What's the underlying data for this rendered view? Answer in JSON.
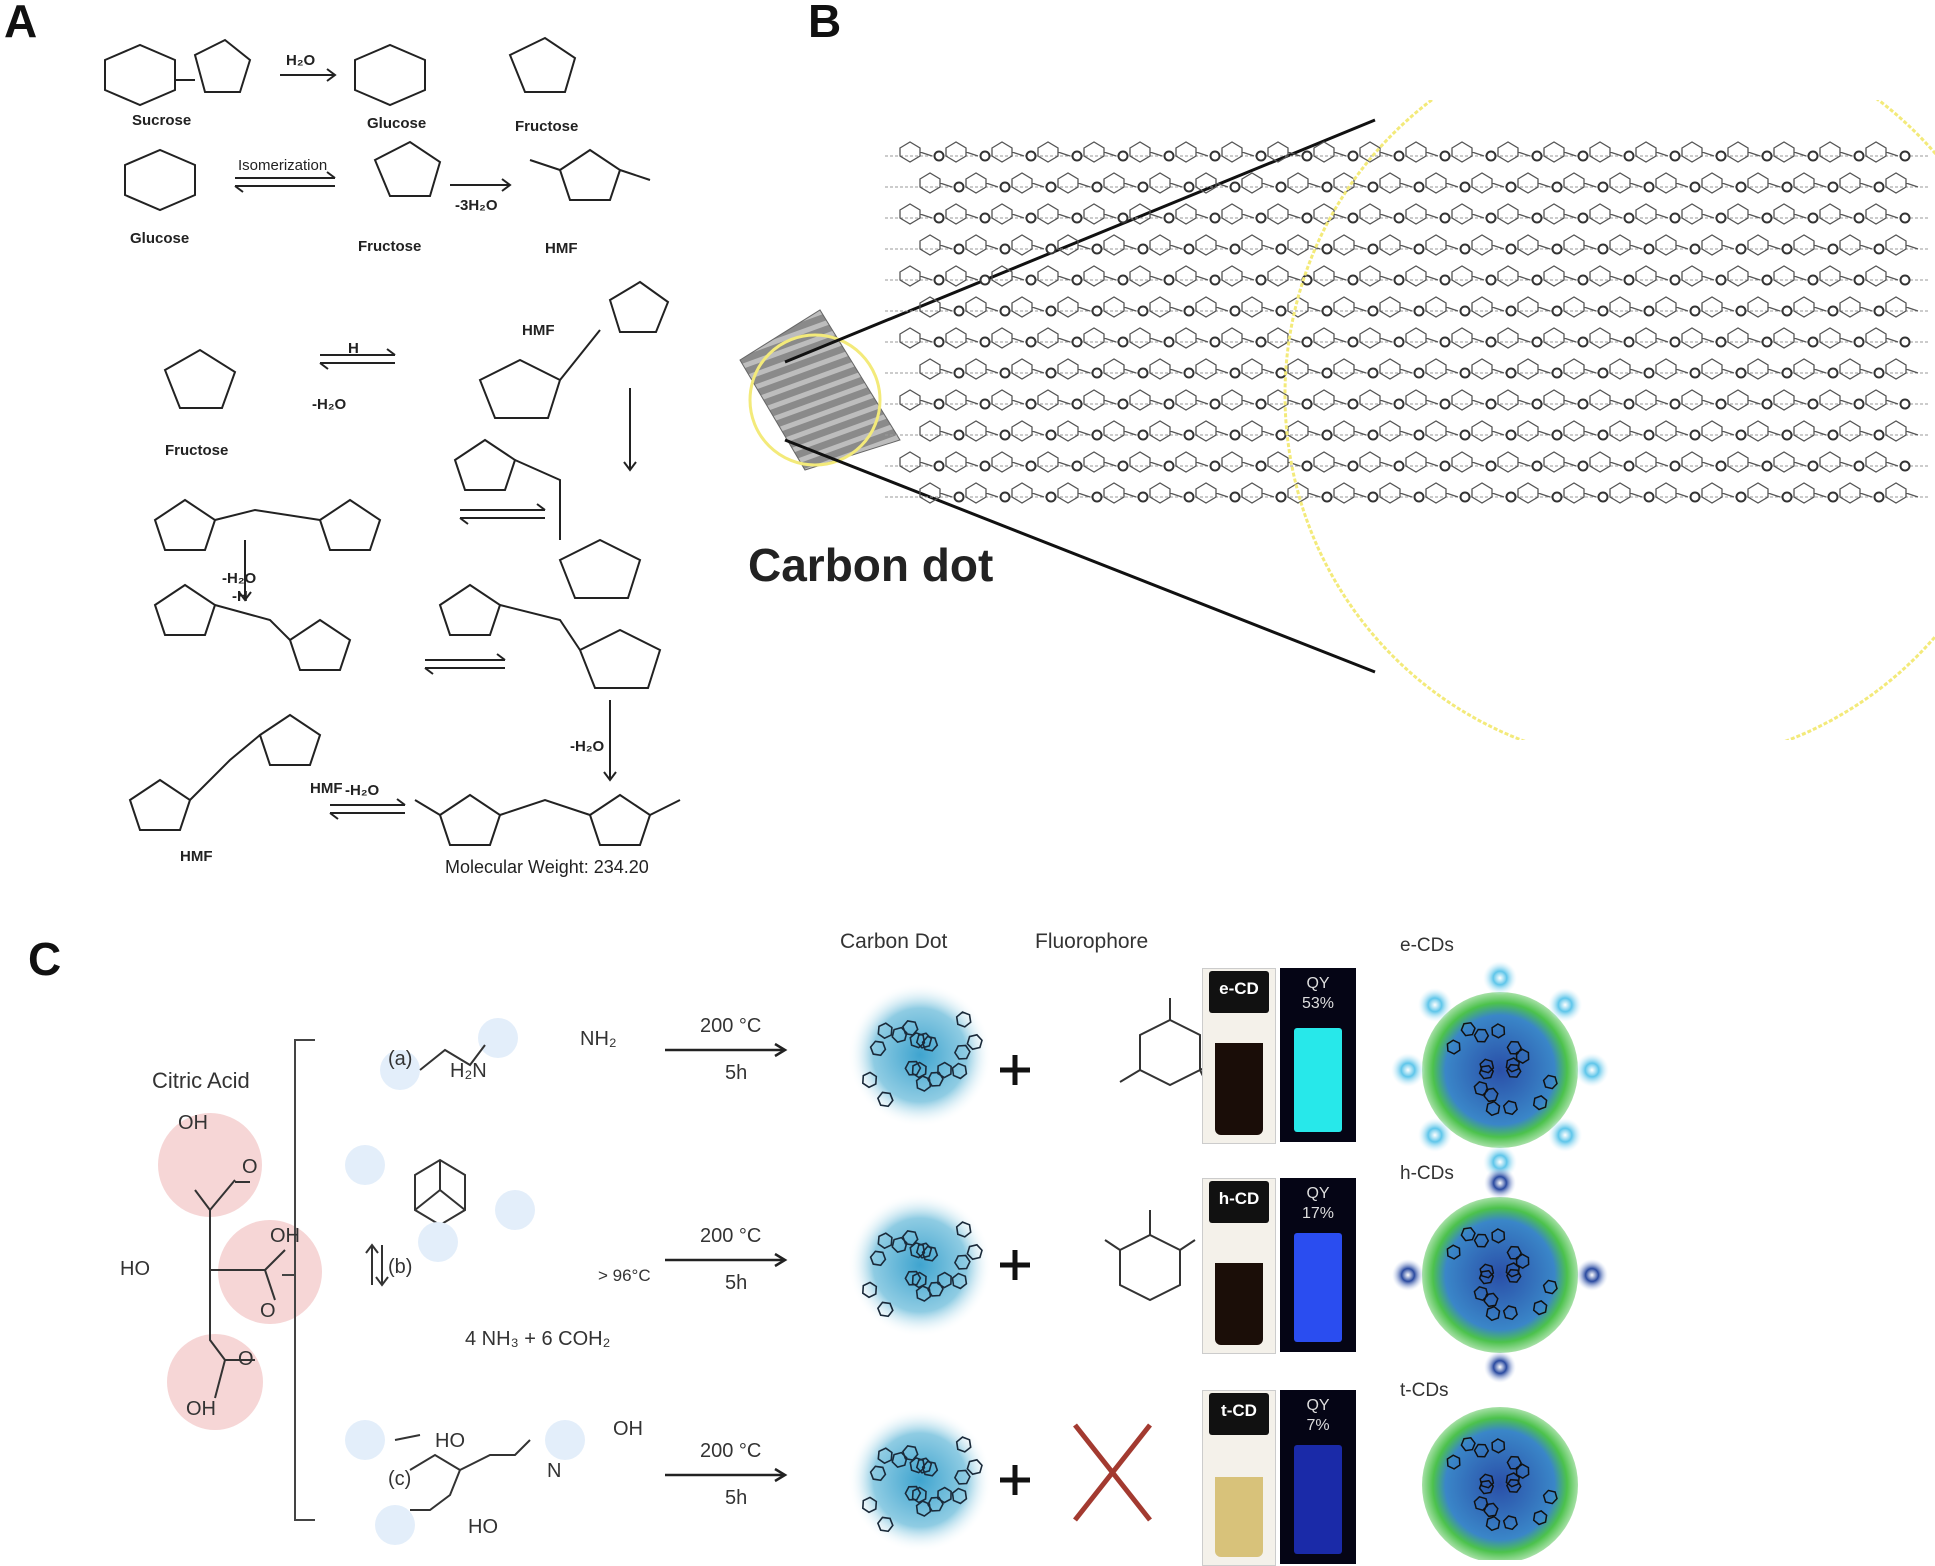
{
  "panels": {
    "a": "A",
    "b": "B",
    "c": "C"
  },
  "panel_a": {
    "row1": {
      "sucrose": "Sucrose",
      "glucose": "Glucose",
      "fructose": "Fructose",
      "reagent": "H₂O"
    },
    "row2": {
      "glucose": "Glucose",
      "fructose": "Fructose",
      "isomerization": "Isomerization",
      "dehydration": "-3H₂O",
      "hmf": "HMF"
    },
    "mechanism": {
      "fructose": "Fructose",
      "hmf": "HMF",
      "protonation": "H",
      "water_loss": "-H₂O",
      "deprotonation": "-H",
      "molecular_weight": "Molecular Weight: 234.20"
    }
  },
  "panel_b": {
    "label": "Carbon dot",
    "accent_color": "#f3ea7a"
  },
  "panel_c": {
    "headers": {
      "carbon_dot": "Carbon Dot",
      "fluorophore": "Fluorophore"
    },
    "citric_acid": "Citric Acid",
    "branches": [
      "(a)",
      "(b)",
      "(c)"
    ],
    "conditions": {
      "temperature": "200 °C",
      "time": "5h"
    },
    "amines": {
      "a": [
        "H₂N",
        "NH₂"
      ],
      "b": {
        "decomp": "> 96°C",
        "products": "4 NH₃ + 6 COH₂"
      },
      "c": [
        "HO",
        "OH",
        "HO",
        "N"
      ]
    },
    "vials": [
      {
        "label": "e-CD",
        "qy": "QY",
        "qy_value": "53%",
        "liquid": "#1a0d08",
        "uv": "#27e8ea"
      },
      {
        "label": "h-CD",
        "qy": "QY",
        "qy_value": "17%",
        "liquid": "#1b0e08",
        "uv": "#2a4df0"
      },
      {
        "label": "t-CD",
        "qy": "QY",
        "qy_value": "7%",
        "liquid": "#d8c27a",
        "uv": "#1a2aa8"
      }
    ],
    "cd_types": [
      "e-CDs",
      "h-CDs",
      "t-CDs"
    ],
    "colors": {
      "cd_blue": "#59b6d8",
      "shell_green": "#4cc24c",
      "cross_red": "#a33a30",
      "acid_pink": "#f6d6d6"
    }
  }
}
